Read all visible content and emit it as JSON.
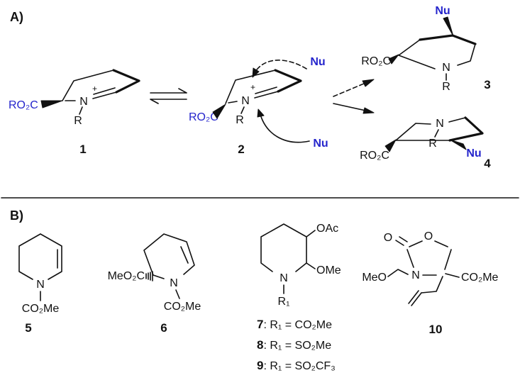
{
  "colors": {
    "nucleophile_blue": "#2525cc",
    "bond_black": "#111111"
  },
  "panels": {
    "a_label": "A)",
    "b_label": "B)"
  },
  "compounds": {
    "c1": {
      "ester": "RO₂C",
      "nitrogen": "N",
      "charge": "+",
      "r_group": "R",
      "number": "1"
    },
    "c2": {
      "ester": "RO₂C",
      "nitrogen": "N",
      "charge": "+",
      "r_group": "R",
      "number": "2",
      "nu_top": "Nu",
      "nu_bottom": "Nu"
    },
    "c3": {
      "nu": "Nu",
      "ester": "RO₂C",
      "nitrogen": "N",
      "r_group": "R",
      "number": "3"
    },
    "c4": {
      "nitrogen": "N",
      "r_group": "R",
      "ester": "RO₂C",
      "nu": "Nu",
      "number": "4"
    },
    "c5": {
      "nitrogen": "N",
      "carbamate": "CO₂Me",
      "number": "5"
    },
    "c6": {
      "ester": "MeO₂C",
      "nitrogen": "N",
      "carbamate": "CO₂Me",
      "number": "6"
    },
    "c7_9": {
      "oac": "OAc",
      "ome": "OMe",
      "nitrogen": "N",
      "r1": "R₁",
      "legend": [
        {
          "num": "7",
          "def": ": R₁ = CO₂Me"
        },
        {
          "num": "8",
          "def": ": R₁ = SO₂Me"
        },
        {
          "num": "9",
          "def": ": R₁ = SO₂CF₃"
        }
      ]
    },
    "c10": {
      "carbonyl_o": "O",
      "ring_o": "O",
      "nitrogen": "N",
      "meo": "MeO",
      "ester": "CO₂Me",
      "number": "10"
    }
  }
}
